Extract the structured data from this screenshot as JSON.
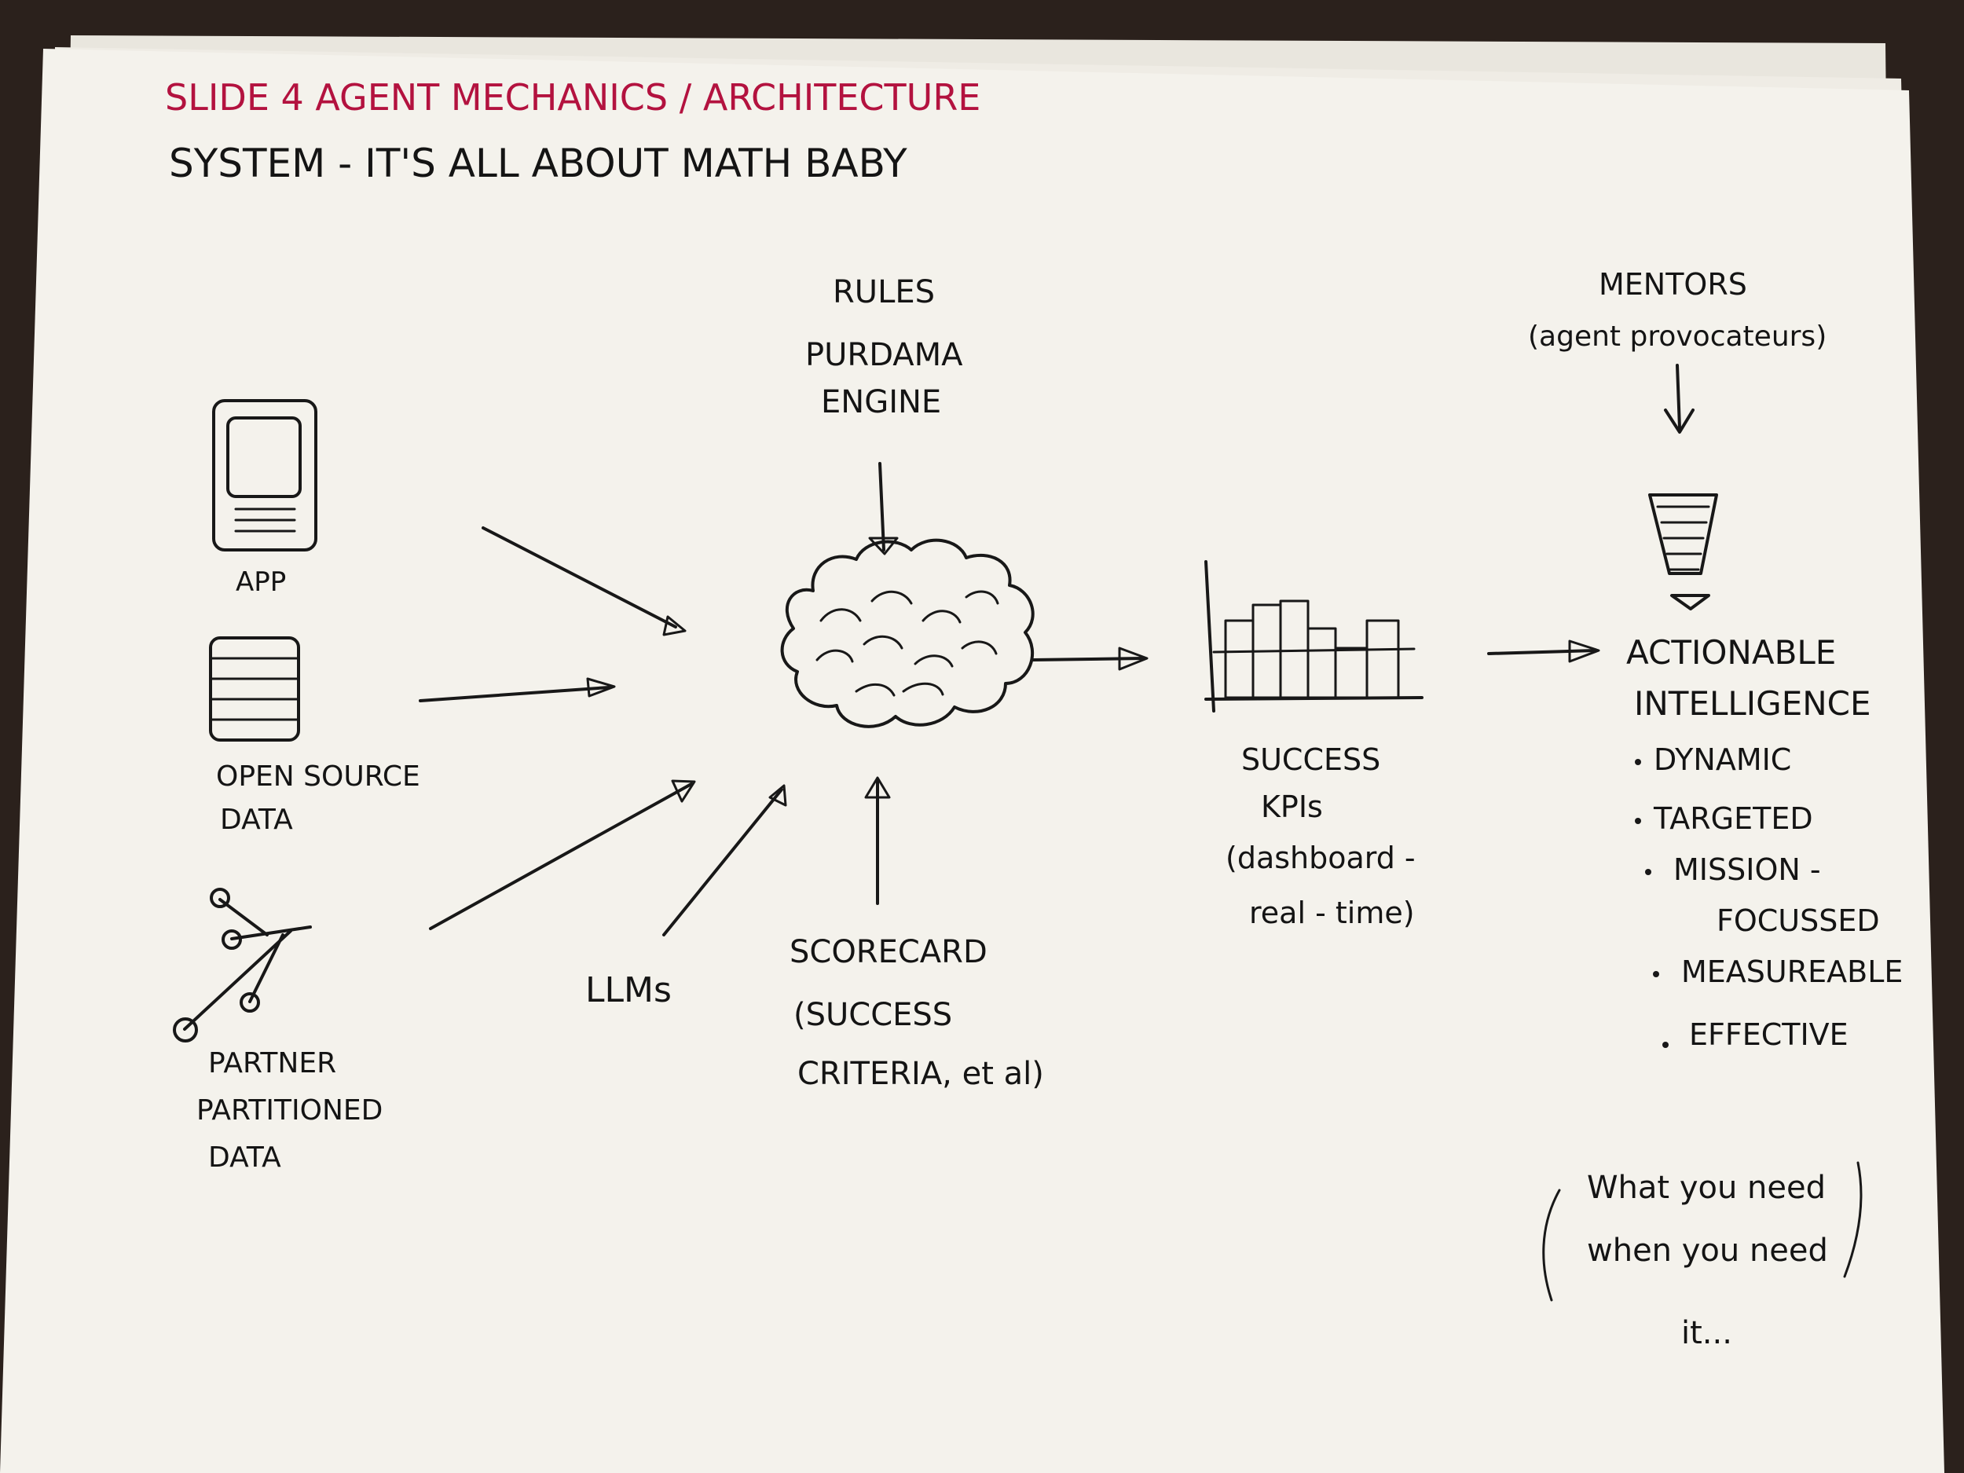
{
  "heading": {
    "slide_line": "SLIDE 4 AGENT MECHANICS / ARCHITECTURE",
    "subtitle": "SYSTEM - IT'S ALL ABOUT MATH BABY"
  },
  "inputs": {
    "app": "APP",
    "open_source_1": "OPEN SOURCE",
    "open_source_2": "DATA",
    "partner_1": "PARTNER",
    "partner_2": "PARTITIONED",
    "partner_3": "DATA",
    "llms": "LLMs"
  },
  "rules": {
    "line1": "RULES",
    "line2": "PURDAMA",
    "line3": "ENGINE"
  },
  "scorecard": {
    "line1": "SCORECARD",
    "line2": "(SUCCESS",
    "line3": "CRITERIA, et al)"
  },
  "kpis": {
    "line1": "SUCCESS",
    "line2": "KPIs",
    "line3": "(dashboard -",
    "line4": "real - time)"
  },
  "mentors": {
    "line1": "MENTORS",
    "line2": "(agent provocateurs)"
  },
  "intelligence": {
    "line1": "ACTIONABLE",
    "line2": "INTELLIGENCE",
    "bullets": [
      "DYNAMIC",
      "TARGETED",
      "MISSION -",
      "FOCUSSED",
      "MEASUREABLE",
      "EFFECTIVE"
    ]
  },
  "note": {
    "line1": "What you need",
    "line2": "when you need",
    "line3": "it..."
  },
  "colors": {
    "paper": "#f4f2ec",
    "ink": "#181818",
    "red_ink": "#b3123f",
    "desk": "#2b211c"
  }
}
